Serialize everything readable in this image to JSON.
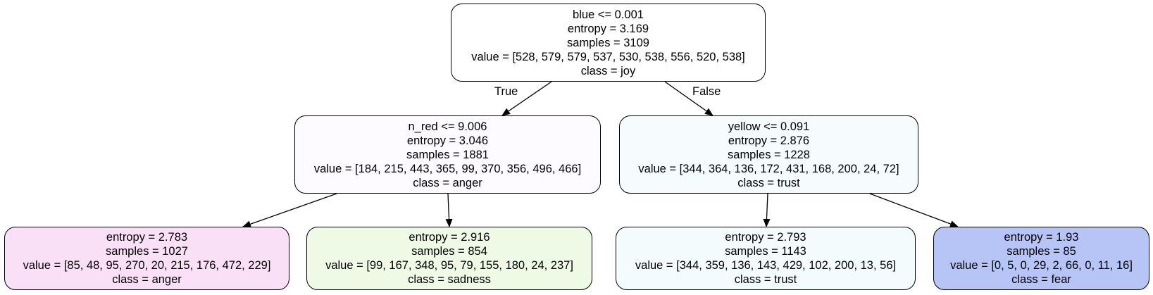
{
  "tree": {
    "root": {
      "split": "blue <= 0.001",
      "entropy": "entropy = 3.169",
      "samples": "samples = 3109",
      "value": "value = [528, 579, 579, 537, 530, 538, 556, 520, 538]",
      "class": "class = joy",
      "color": "#ffffff"
    },
    "edge_labels": {
      "true": "True",
      "false": "False"
    },
    "left": {
      "split": "n_red <= 9.006",
      "entropy": "entropy = 3.046",
      "samples": "samples = 1881",
      "value": "value = [184, 215, 443, 365, 99, 370, 356, 496, 466]",
      "class": "class = anger",
      "color": "#fdfbff"
    },
    "right": {
      "split": "yellow <= 0.091",
      "entropy": "entropy = 2.876",
      "samples": "samples = 1228",
      "value": "value = [344, 364, 136, 172, 431, 168, 200, 24, 72]",
      "class": "class = trust",
      "color": "#f6fcfd"
    },
    "leaf_ll": {
      "entropy": "entropy = 2.783",
      "samples": "samples = 1027",
      "value": "value = [85, 48, 95, 270, 20, 215, 176, 472, 229]",
      "class": "class = anger",
      "color": "#fae0f7"
    },
    "leaf_lr": {
      "entropy": "entropy = 2.916",
      "samples": "samples = 854",
      "value": "value = [99, 167, 348, 95, 79, 155, 180, 24, 237]",
      "class": "class = sadness",
      "color": "#eef9e6"
    },
    "leaf_rl": {
      "entropy": "entropy = 2.793",
      "samples": "samples = 1143",
      "value": "value = [344, 359, 136, 143, 429, 102, 200, 13, 56]",
      "class": "class = trust",
      "color": "#f3fbfd"
    },
    "leaf_rr": {
      "entropy": "entropy = 1.93",
      "samples": "samples = 85",
      "value": "value = [0, 5, 0, 29, 2, 66, 0, 11, 16]",
      "class": "class = fear",
      "color": "#b6c5f5"
    }
  }
}
